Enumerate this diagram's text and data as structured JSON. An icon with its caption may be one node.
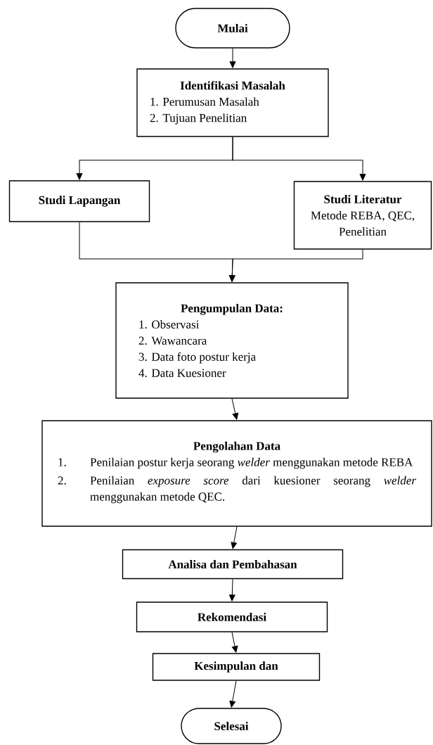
{
  "diagram": {
    "nodes": [
      {
        "text": [
          "Mulai"
        ]
      },
      {
        "text": [
          "Identifikasi Masalah",
          "1.  Perumusan Masalah",
          "2.  Tujuan Penelitian"
        ]
      },
      {
        "text": [
          "Studi Lapangan"
        ]
      },
      {
        "text": [
          "Studi Literatur",
          "Metode REBA, QEC, Penelitian"
        ]
      },
      {
        "text": [
          "Pengumpulan Data:",
          "1. Observasi",
          "2. Wawancara",
          "3. Data foto postur kerja",
          "4. Data Kuesioner"
        ]
      },
      {
        "text": [
          "Pengolahan Data",
          "1.",
          "Penilaian postur kerja seorang *welder* menggunakan metode REBA",
          "2.",
          "Penilaian *exposure score* dari kuesioner seorang *welder* menggunakan metode QEC."
        ]
      },
      {
        "text": [
          "Analisa dan Pembahasan"
        ]
      },
      {
        "text": [
          "Rekomendasi"
        ]
      },
      {
        "text": [
          "Kesimpulan dan"
        ]
      },
      {
        "text": [
          "Selesai"
        ]
      }
    ],
    "edges": [
      {
        "from": 0,
        "to": 1,
        "arrow": "to"
      },
      {
        "from": 1,
        "to": 2,
        "arrow": "to"
      },
      {
        "from": 1,
        "to": 3,
        "arrow": "to"
      },
      {
        "from": 2,
        "to": 4,
        "arrow": "to"
      },
      {
        "from": 3,
        "to": 4,
        "arrow": "to"
      },
      {
        "from": 4,
        "to": 5,
        "arrow": "to"
      },
      {
        "from": 5,
        "to": 6,
        "arrow": "to"
      },
      {
        "from": 6,
        "to": 7,
        "arrow": "to"
      },
      {
        "from": 7,
        "to": 8,
        "arrow": "to"
      },
      {
        "from": 8,
        "to": 9,
        "arrow": "to"
      }
    ]
  }
}
